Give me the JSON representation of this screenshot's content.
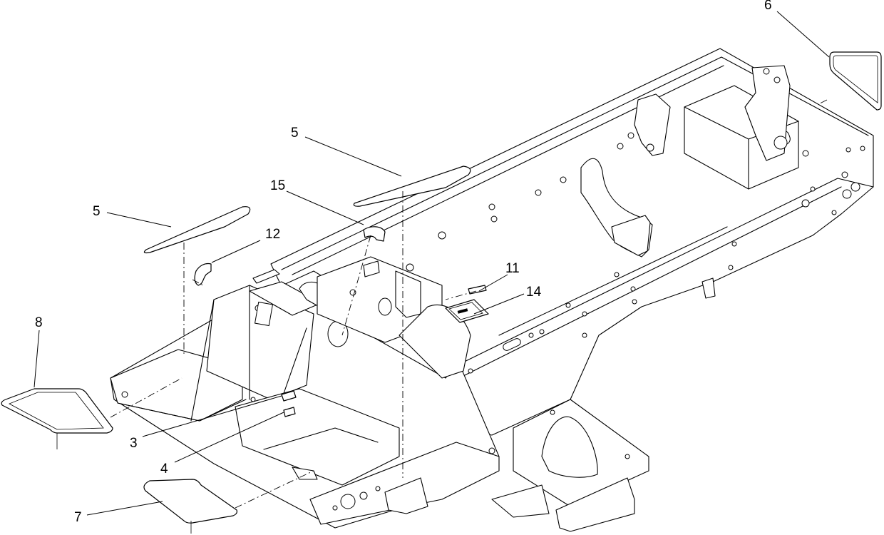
{
  "callouts": [
    {
      "id": "c6",
      "text": "6"
    },
    {
      "id": "c5a",
      "text": "5"
    },
    {
      "id": "c15",
      "text": "15"
    },
    {
      "id": "c5b",
      "text": "5"
    },
    {
      "id": "c12",
      "text": "12"
    },
    {
      "id": "c11",
      "text": "11"
    },
    {
      "id": "c14",
      "text": "14"
    },
    {
      "id": "c8",
      "text": "8"
    },
    {
      "id": "c3",
      "text": "3"
    },
    {
      "id": "c4",
      "text": "4"
    },
    {
      "id": "c7",
      "text": "7"
    }
  ]
}
